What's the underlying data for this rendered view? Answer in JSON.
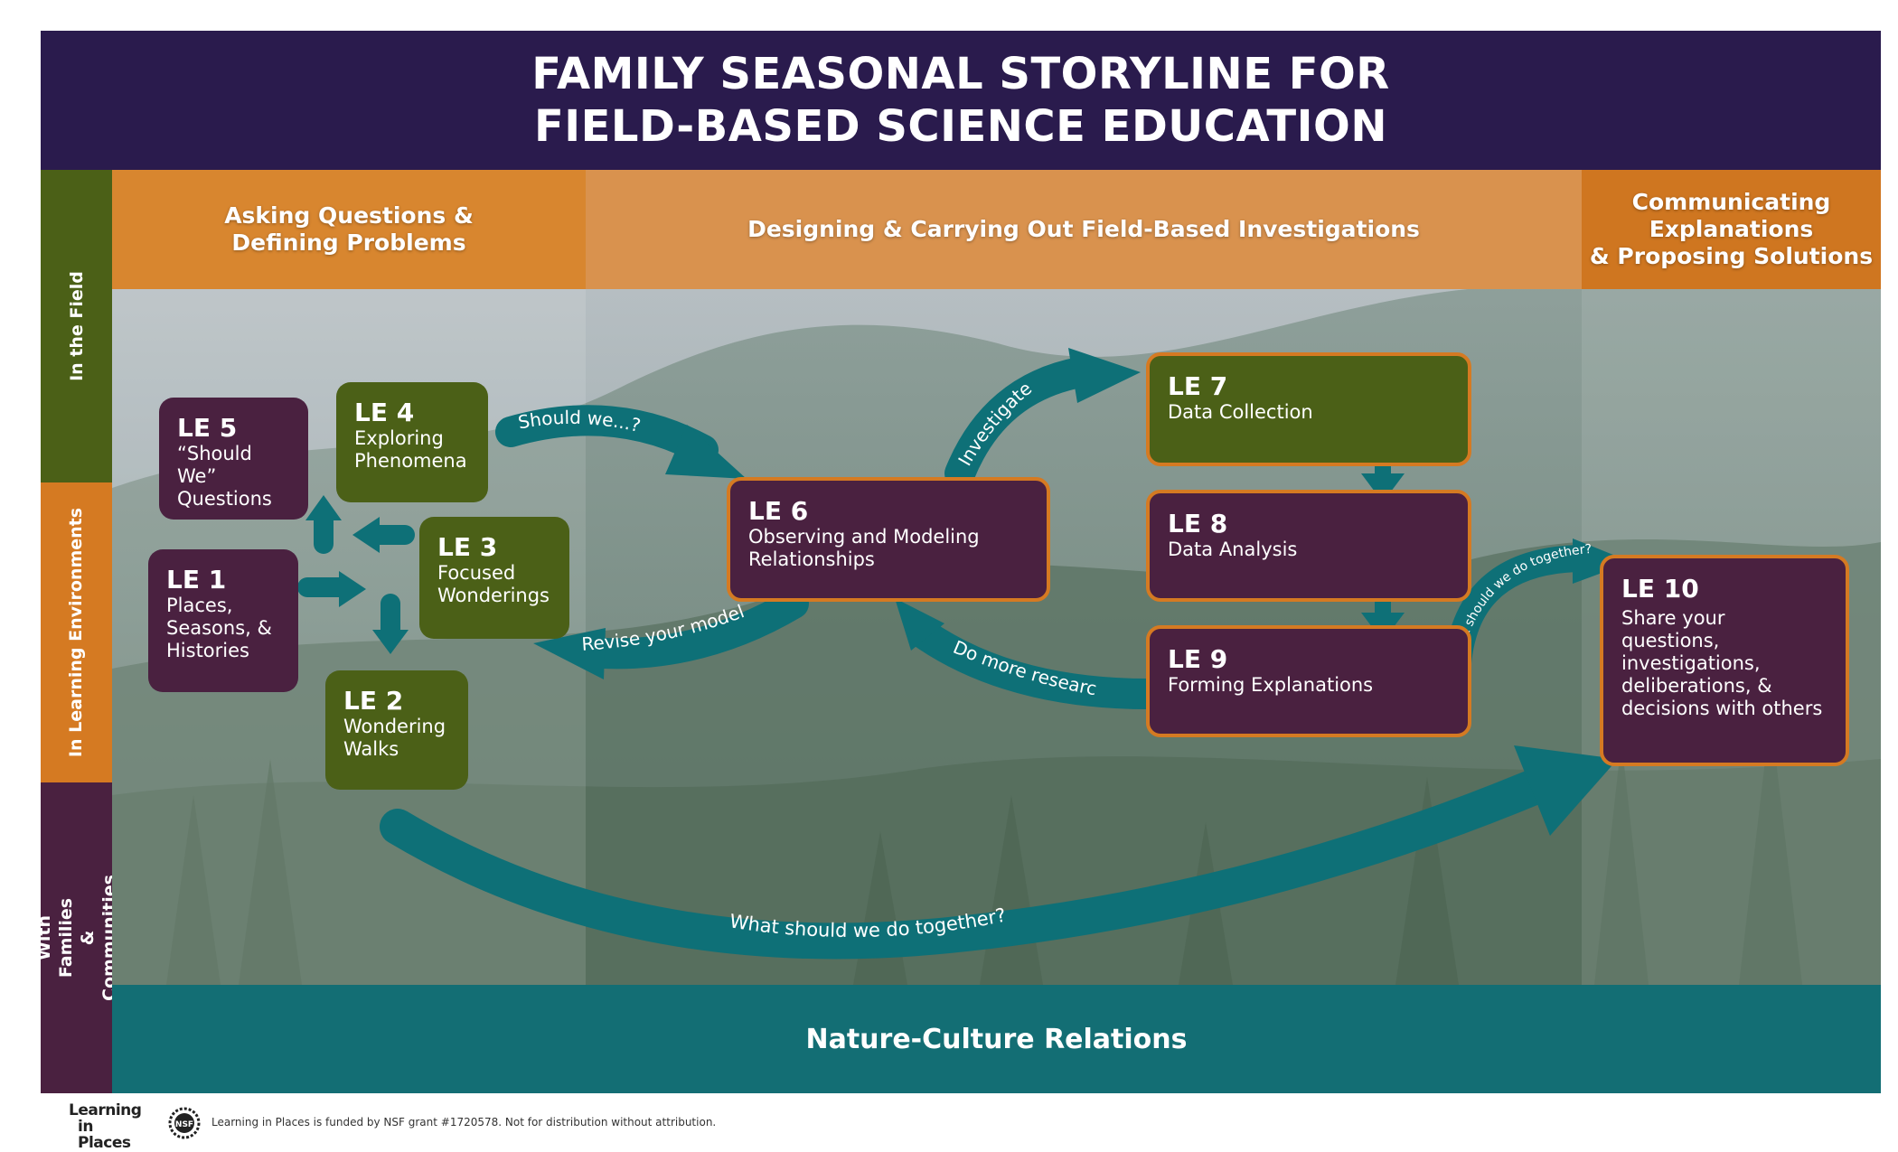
{
  "title": {
    "line1": "FAMILY SEASONAL STORYLINE FOR",
    "line2": "FIELD-BASED SCIENCE EDUCATION"
  },
  "sidebar": [
    {
      "label": "In the Field",
      "color": "#4b6017"
    },
    {
      "label": "In Learning Environments",
      "color": "#d57a22"
    },
    {
      "label": "With Families\n& Communities",
      "color": "#4a2140"
    }
  ],
  "headers": [
    {
      "label": "Asking Questions &\nDefining Problems"
    },
    {
      "label": "Designing & Carrying Out Field-Based Investigations"
    },
    {
      "label": "Communicating\nExplanations\n& Proposing Solutions"
    }
  ],
  "boxes": {
    "le1": {
      "title": "LE 1",
      "desc": "Places,\nSeasons, &\nHistories"
    },
    "le2": {
      "title": "LE 2",
      "desc": "Wondering\nWalks"
    },
    "le3": {
      "title": "LE 3",
      "desc": "Focused\nWonderings"
    },
    "le4": {
      "title": "LE 4",
      "desc": "Exploring\nPhenomena"
    },
    "le5": {
      "title": "LE 5",
      "desc": "“Should We”\nQuestions"
    },
    "le6": {
      "title": "LE 6",
      "desc": "Observing and Modeling\nRelationships"
    },
    "le7": {
      "title": "LE 7",
      "desc": "Data Collection"
    },
    "le8": {
      "title": "LE 8",
      "desc": "Data Analysis"
    },
    "le9": {
      "title": "LE 9",
      "desc": "Forming Explanations"
    },
    "le10": {
      "title": "LE 10",
      "desc": "Share your questions,\ninvestigations,\ndeliberations, &\ndecisions with others"
    }
  },
  "arrows": {
    "should_we": "Should we...?",
    "investigate": "Investigate",
    "revise": "Revise your model",
    "research": "Do more research",
    "together_small": "what should we do together?",
    "together_big": "What should we do together?"
  },
  "bottom_bar": "Nature-Culture Relations",
  "footer": {
    "logo_line1": "Learning",
    "logo_line2": "in Places",
    "nsf": "NSF",
    "text": "Learning in Places is funded by NSF grant #1720578. Not for distribution without attribution."
  },
  "colors": {
    "title_bg": "#2a1b4d",
    "green": "#4b6017",
    "purple": "#4a2140",
    "orange": "#d57a22",
    "teal": "#136e74",
    "arrow": "#0e7077"
  }
}
